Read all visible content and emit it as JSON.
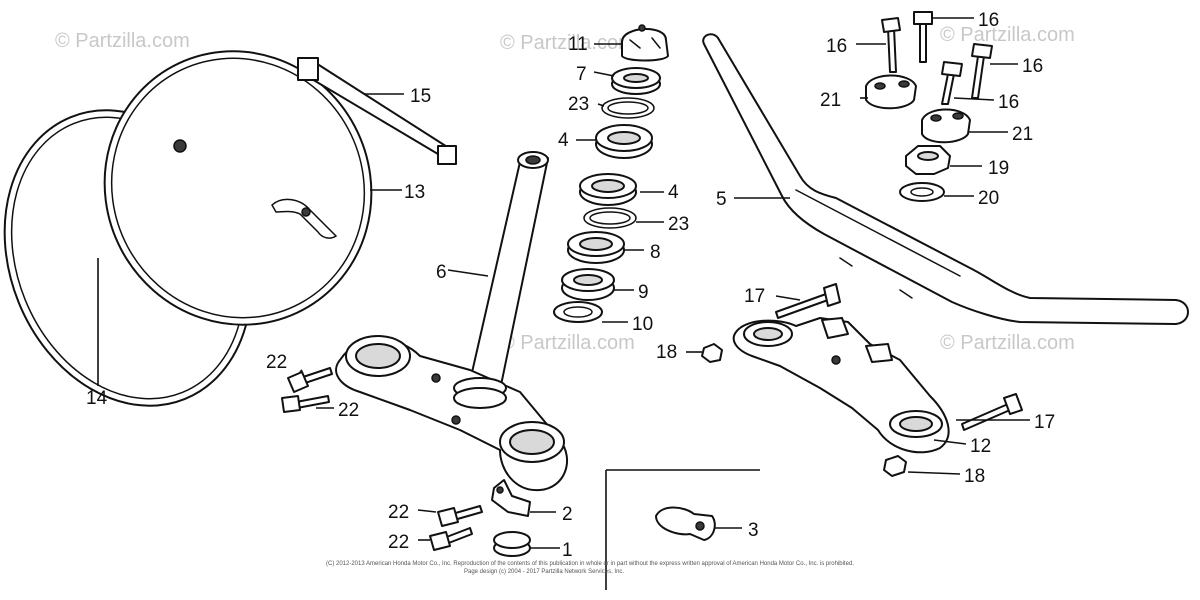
{
  "watermark": {
    "text": "© Partzilla.com",
    "light_color": "#c8c8c8",
    "dark_color": "#1c1c1c"
  },
  "parts": {
    "p1": "1",
    "p2": "2",
    "p3": "3",
    "p4": "4",
    "p5": "5",
    "p6": "6",
    "p7": "7",
    "p8": "8",
    "p9": "9",
    "p10": "10",
    "p11": "11",
    "p12": "12",
    "p13": "13",
    "p14": "14",
    "p15": "15",
    "p16": "16",
    "p17": "17",
    "p18": "18",
    "p19": "19",
    "p20": "20",
    "p21": "21",
    "p22": "22",
    "p23": "23"
  },
  "footer": {
    "line1": "(C) 2012-2013 American Honda Motor Co., Inc. Reproduction of the contents of this publication in whole or in part without the express written approval of American Honda Motor Co., Inc. is prohibited.",
    "line2": "Page design (c) 2004 - 2017 Partzilla Network Services, Inc."
  }
}
